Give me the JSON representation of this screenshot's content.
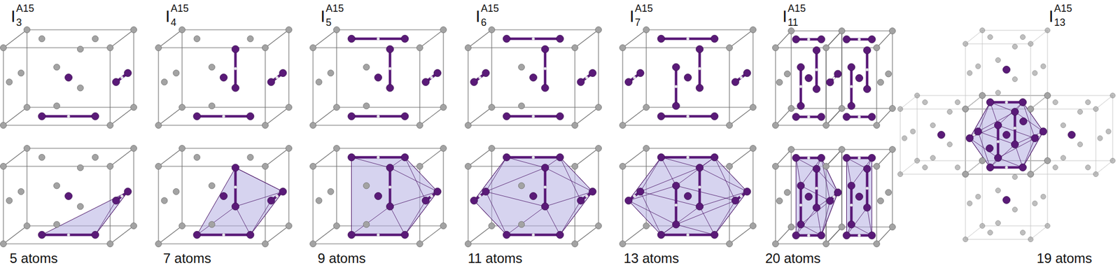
{
  "diagram": {
    "labels": [
      "I",
      "A15",
      "3",
      "I",
      "A15",
      "4",
      "I",
      "A15",
      "5",
      "I",
      "A15",
      "6",
      "I",
      "A15",
      "7",
      "I",
      "A15",
      "11",
      "I",
      "A15",
      "13",
      "5 atoms",
      "7 atoms",
      "9 atoms",
      "11 atoms",
      "13 atoms",
      "20 atoms",
      "19 atoms"
    ]
  }
}
